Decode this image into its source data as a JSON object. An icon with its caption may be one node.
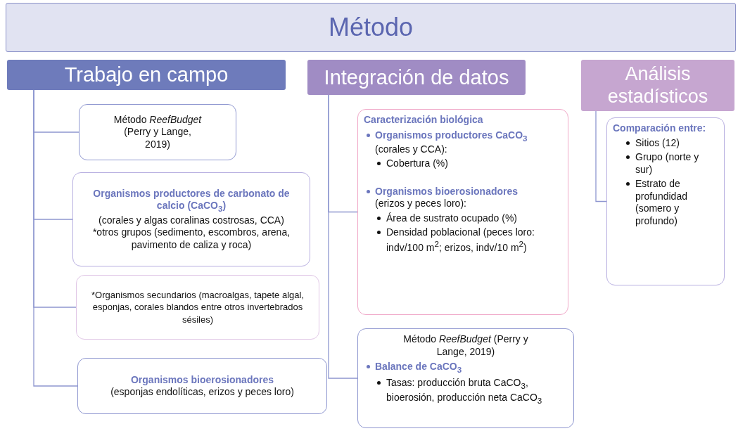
{
  "diagram": {
    "nodes": [
      {
        "text": [
          "Método"
        ]
      },
      {
        "text": [
          "Trabajo en campo"
        ]
      },
      {
        "text": [
          "Método *ReefBudget* (Perry y Lange, 2019)"
        ]
      },
      {
        "text": [
          "Organismos productores de carbonato de calcio (CaCO$_{3}$)",
          "(corales y algas coralinas costrosas, CCA)",
          "*otros grupos (sedimento, escombros, arena, pavimento de caliza y roca)"
        ]
      },
      {
        "text": [
          "*Organismos secundarios (macroalgas, tapete algal, esponjas, corales blandos entre otros invertebrados sésiles)"
        ]
      },
      {
        "text": [
          "Organismos bioerosionadores",
          "(esponjas endolíticas, erizos y peces loro)"
        ]
      },
      {
        "text": [
          "Integración de datos"
        ]
      },
      {
        "text": [
          "Caracterización biológica",
          "Organismos productores CaCO$_{3}$",
          "(corales y CCA):",
          "Cobertura (%)",
          "Organismos bioerosionadores",
          "(erizos y peces loro):",
          "Área de sustrato ocupado (%)",
          "Densidad poblacional (peces loro: indv/100 m$^{2}$; erizos, indv/10 m$^{2}$)"
        ]
      },
      {
        "text": [
          "Método *ReefBudget* (Perry y Lange, 2019)",
          "Balance de CaCO$_{3}$",
          "Tasas: producción bruta CaCO$_{3}$, bioerosión, producción neta CaCO$_{3}$"
        ]
      },
      {
        "text": [
          "Análisis estadísticos"
        ]
      },
      {
        "text": [
          "Comparación entre:",
          "Sitios (12)",
          "Grupo (norte y sur)",
          "Estrato de profundidad (somero y profundo)"
        ]
      }
    ],
    "edges": [
      {
        "from": 1,
        "to": 2,
        "arrow": "none"
      },
      {
        "from": 1,
        "to": 3,
        "arrow": "none"
      },
      {
        "from": 1,
        "to": 4,
        "arrow": "none"
      },
      {
        "from": 1,
        "to": 5,
        "arrow": "none"
      },
      {
        "from": 6,
        "to": 7,
        "arrow": "none"
      },
      {
        "from": 6,
        "to": 8,
        "arrow": "none"
      },
      {
        "from": 9,
        "to": 10,
        "arrow": "none"
      }
    ]
  }
}
